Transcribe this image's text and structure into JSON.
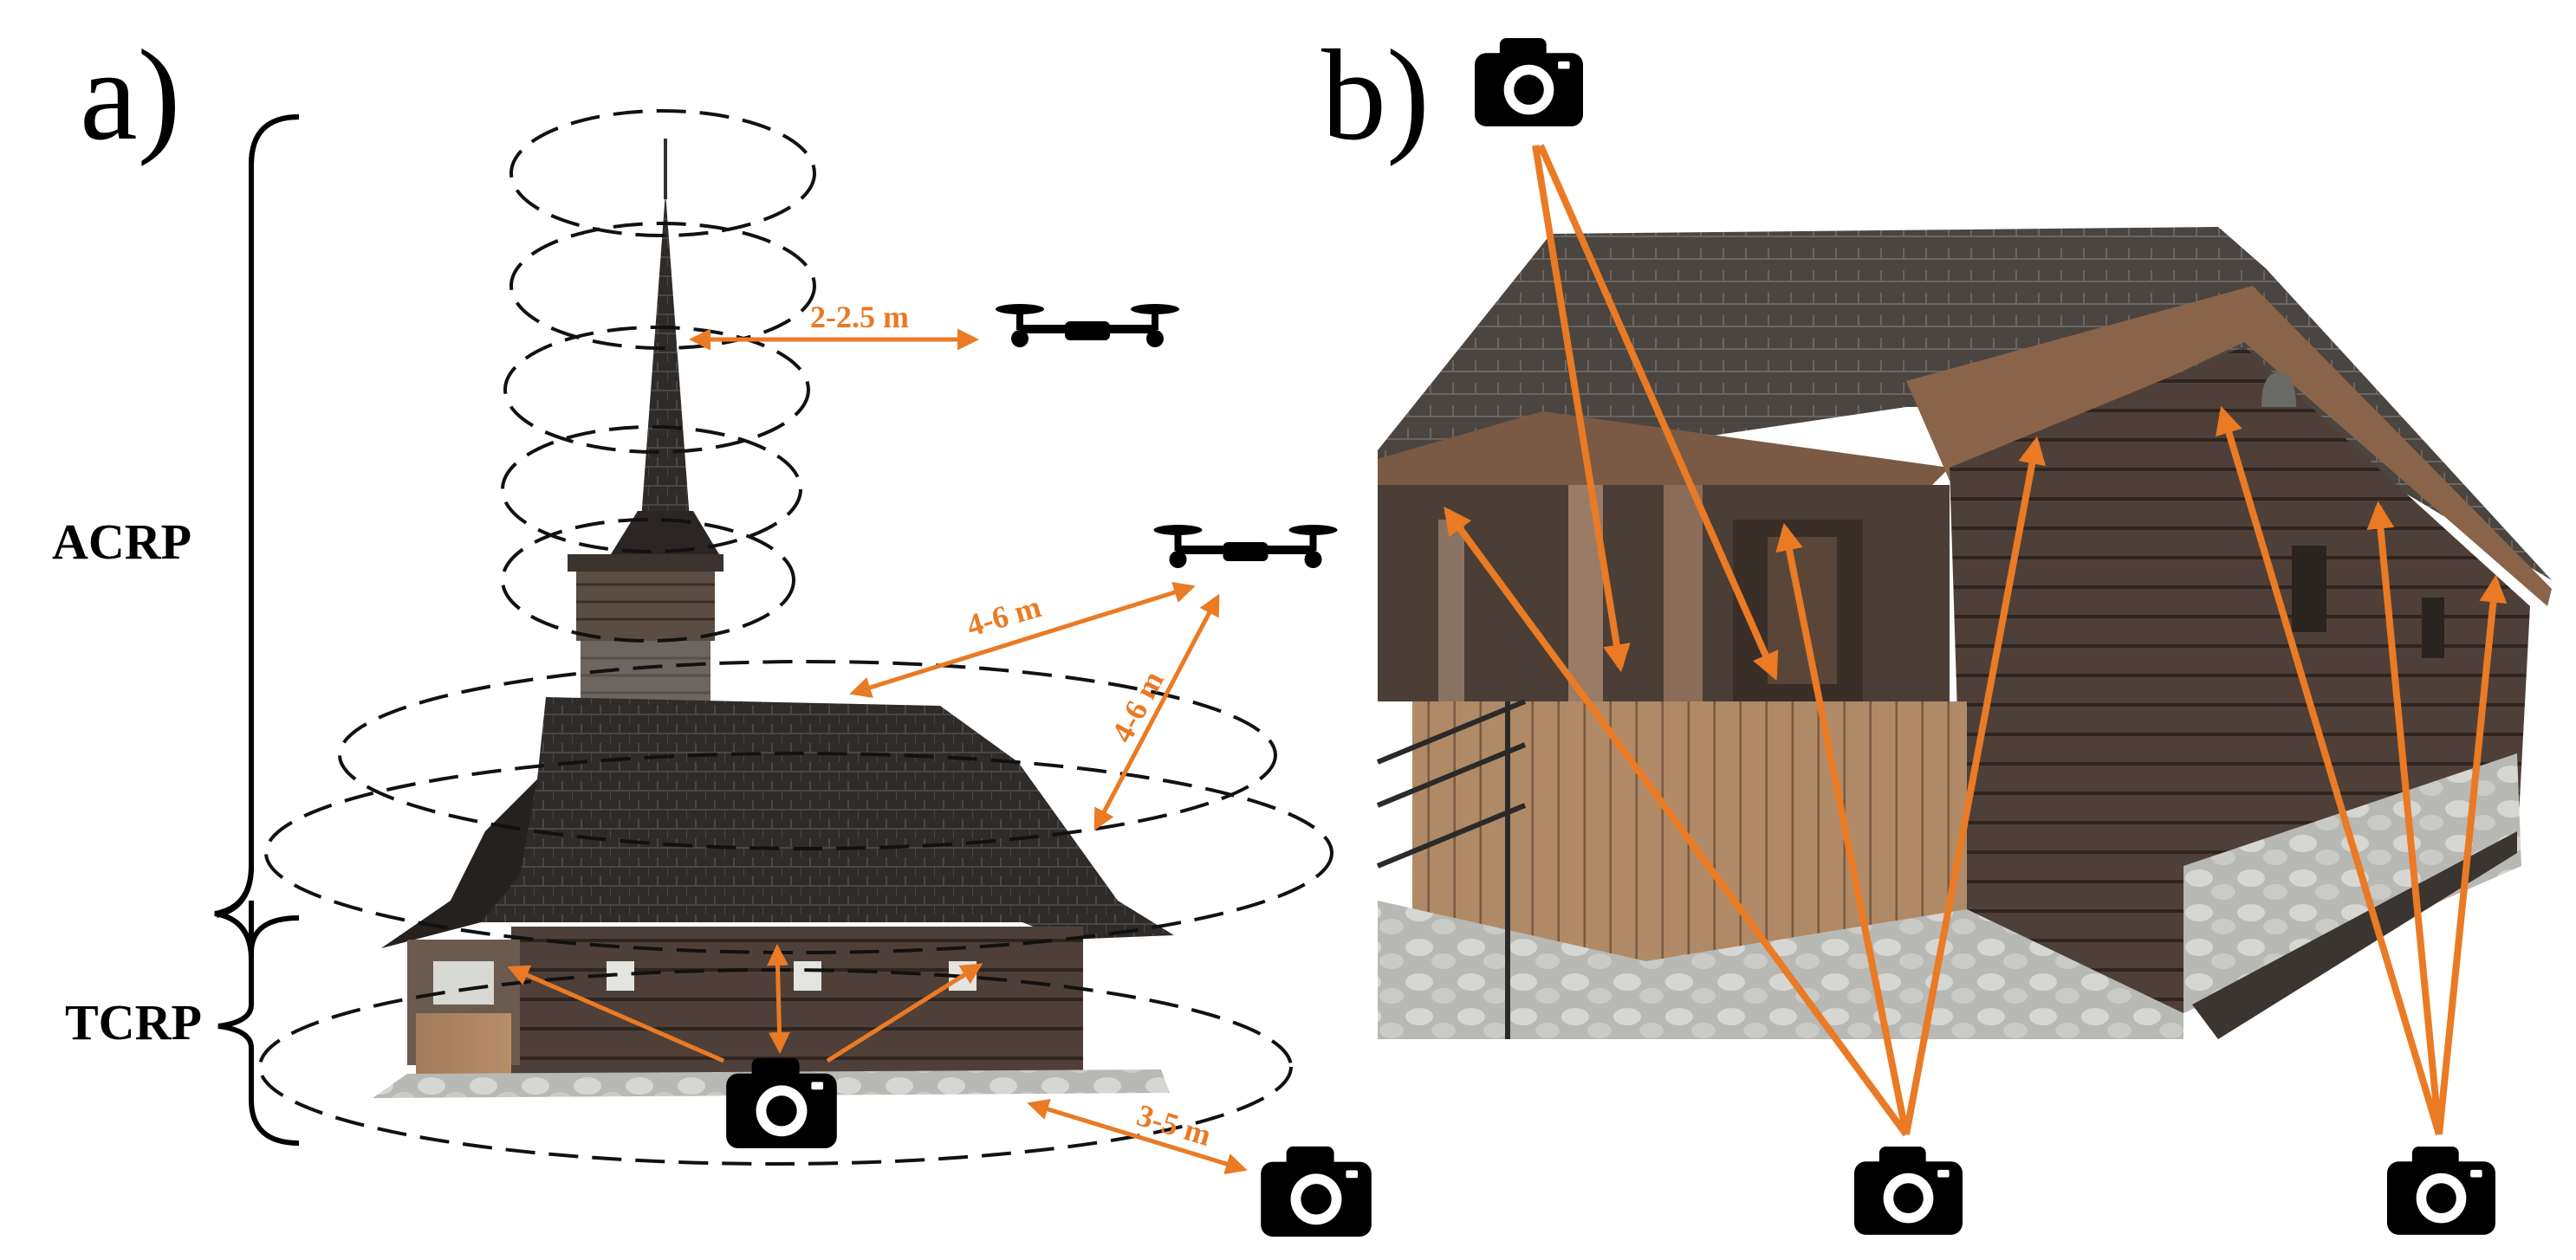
{
  "panels": {
    "a": {
      "label": "a)"
    },
    "b": {
      "label": "b)"
    }
  },
  "sections": {
    "acrp": "ACRP",
    "tcrp": "TCRP"
  },
  "distances": {
    "drone_spire": "2-2.5 m",
    "drone_roof_horizontal": "4-6 m",
    "drone_roof_vertical": "4-6 m",
    "ground_camera": "3-5 m"
  },
  "icons": {
    "drone": "drone-icon",
    "camera": "camera-icon"
  },
  "colors": {
    "arrow": "#ea7a24",
    "orbit": "#111111",
    "text": "#000000"
  }
}
